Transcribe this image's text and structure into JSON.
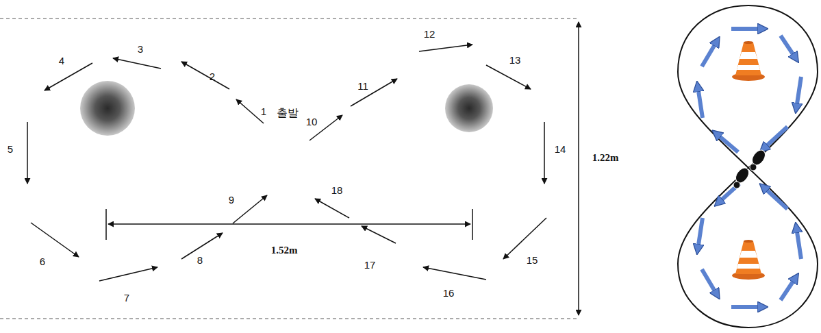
{
  "diagram": {
    "labels": [
      "1",
      "2",
      "3",
      "4",
      "5",
      "6",
      "7",
      "8",
      "9",
      "10",
      "11",
      "12",
      "13",
      "14",
      "15",
      "16",
      "17",
      "18",
      "출발",
      "1.52m",
      "1.22m"
    ]
  }
}
